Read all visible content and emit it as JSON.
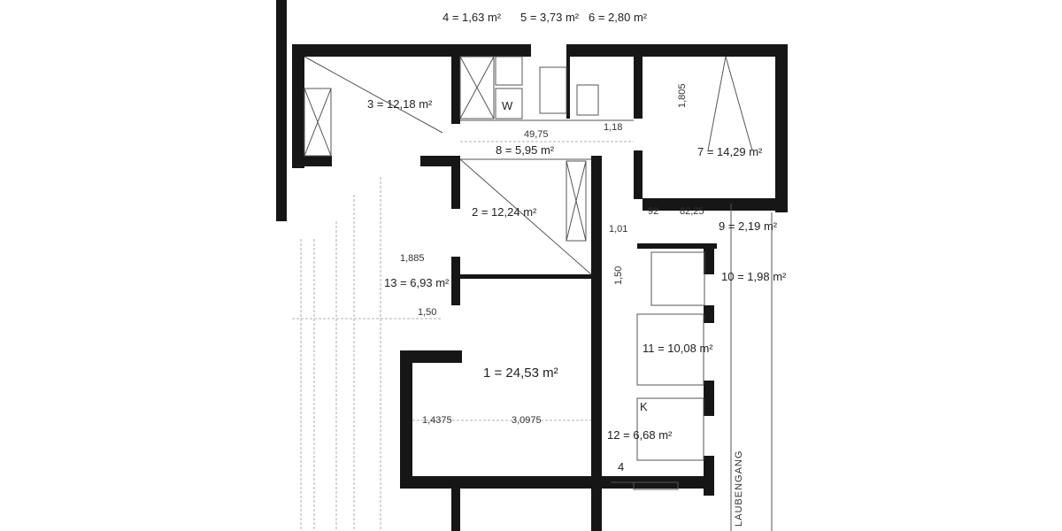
{
  "plan": {
    "rooms": [
      {
        "id": "4",
        "label": "4 = 1,63 m²"
      },
      {
        "id": "5",
        "label": "5 = 3,73 m²"
      },
      {
        "id": "6",
        "label": "6 = 2,80 m²"
      },
      {
        "id": "3",
        "label": "3 = 12,18 m²"
      },
      {
        "id": "8",
        "label": "8 = 5,95 m²"
      },
      {
        "id": "7",
        "label": "7 = 14,29 m²"
      },
      {
        "id": "2",
        "label": "2 = 12,24 m²"
      },
      {
        "id": "9",
        "label": "9 = 2,19 m²"
      },
      {
        "id": "10",
        "label": "10 = 1,98 m²"
      },
      {
        "id": "13",
        "label": "13 = 6,93 m²"
      },
      {
        "id": "11",
        "label": "11 = 10,08 m²"
      },
      {
        "id": "1",
        "label": "1 = 24,53 m²"
      },
      {
        "id": "12",
        "label": "12 = 6,68 m²"
      }
    ],
    "markers": {
      "w": "W",
      "k": "K",
      "four": "4"
    },
    "corridor_label": "LAUBENGANG",
    "dimensions": [
      "49,75",
      "1,01",
      "1,50",
      "92",
      "82,25",
      "1,885",
      "1,50",
      "1,4375",
      "3,0975",
      "1,805",
      "1,18"
    ]
  }
}
